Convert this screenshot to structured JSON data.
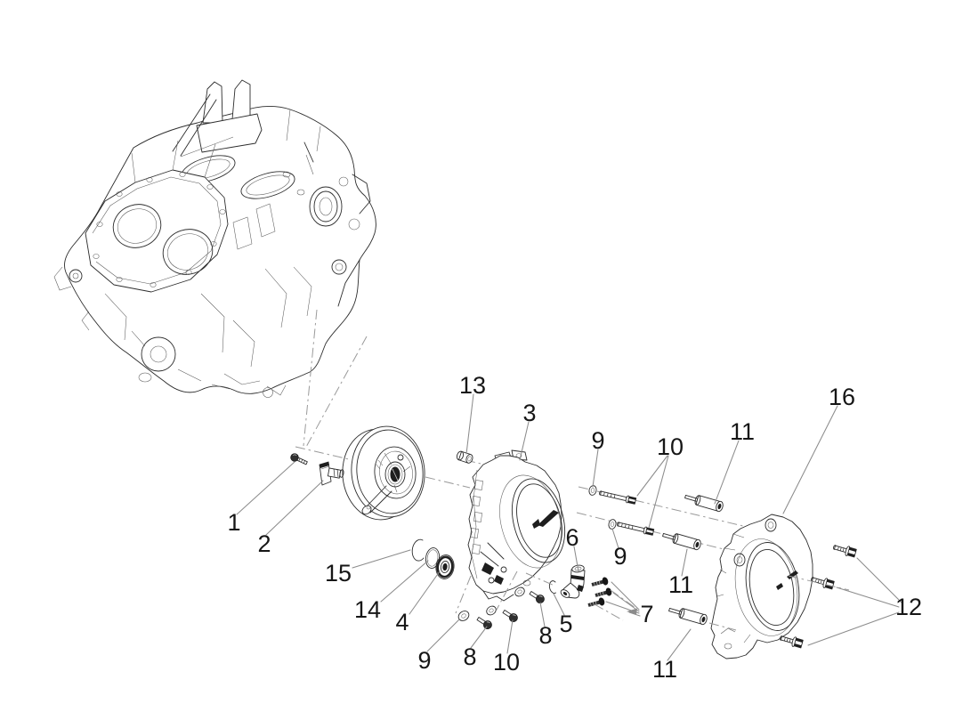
{
  "colors": {
    "background": "#ffffff",
    "linework": "#2c2c2c",
    "dark_fill": "#1e1e1e",
    "centerline": "#9a9a9a",
    "leader": "#8c8c8c",
    "label": "#161616"
  },
  "callouts": [
    {
      "id": "1",
      "n": "1"
    },
    {
      "id": "2",
      "n": "2"
    },
    {
      "id": "3",
      "n": "3"
    },
    {
      "id": "13",
      "n": "13"
    },
    {
      "id": "9-top",
      "n": "9"
    },
    {
      "id": "10-top",
      "n": "10"
    },
    {
      "id": "11-top",
      "n": "11"
    },
    {
      "id": "16",
      "n": "16"
    },
    {
      "id": "6",
      "n": "6"
    },
    {
      "id": "9-mid",
      "n": "9"
    },
    {
      "id": "5",
      "n": "5"
    },
    {
      "id": "7",
      "n": "7"
    },
    {
      "id": "8-right",
      "n": "8"
    },
    {
      "id": "8-left",
      "n": "8"
    },
    {
      "id": "9-bottom",
      "n": "9"
    },
    {
      "id": "10-bottom",
      "n": "10"
    },
    {
      "id": "15",
      "n": "15"
    },
    {
      "id": "14",
      "n": "14"
    },
    {
      "id": "4",
      "n": "4"
    },
    {
      "id": "11-mid",
      "n": "11"
    },
    {
      "id": "11-bottom",
      "n": "11"
    },
    {
      "id": "12",
      "n": "12"
    }
  ]
}
